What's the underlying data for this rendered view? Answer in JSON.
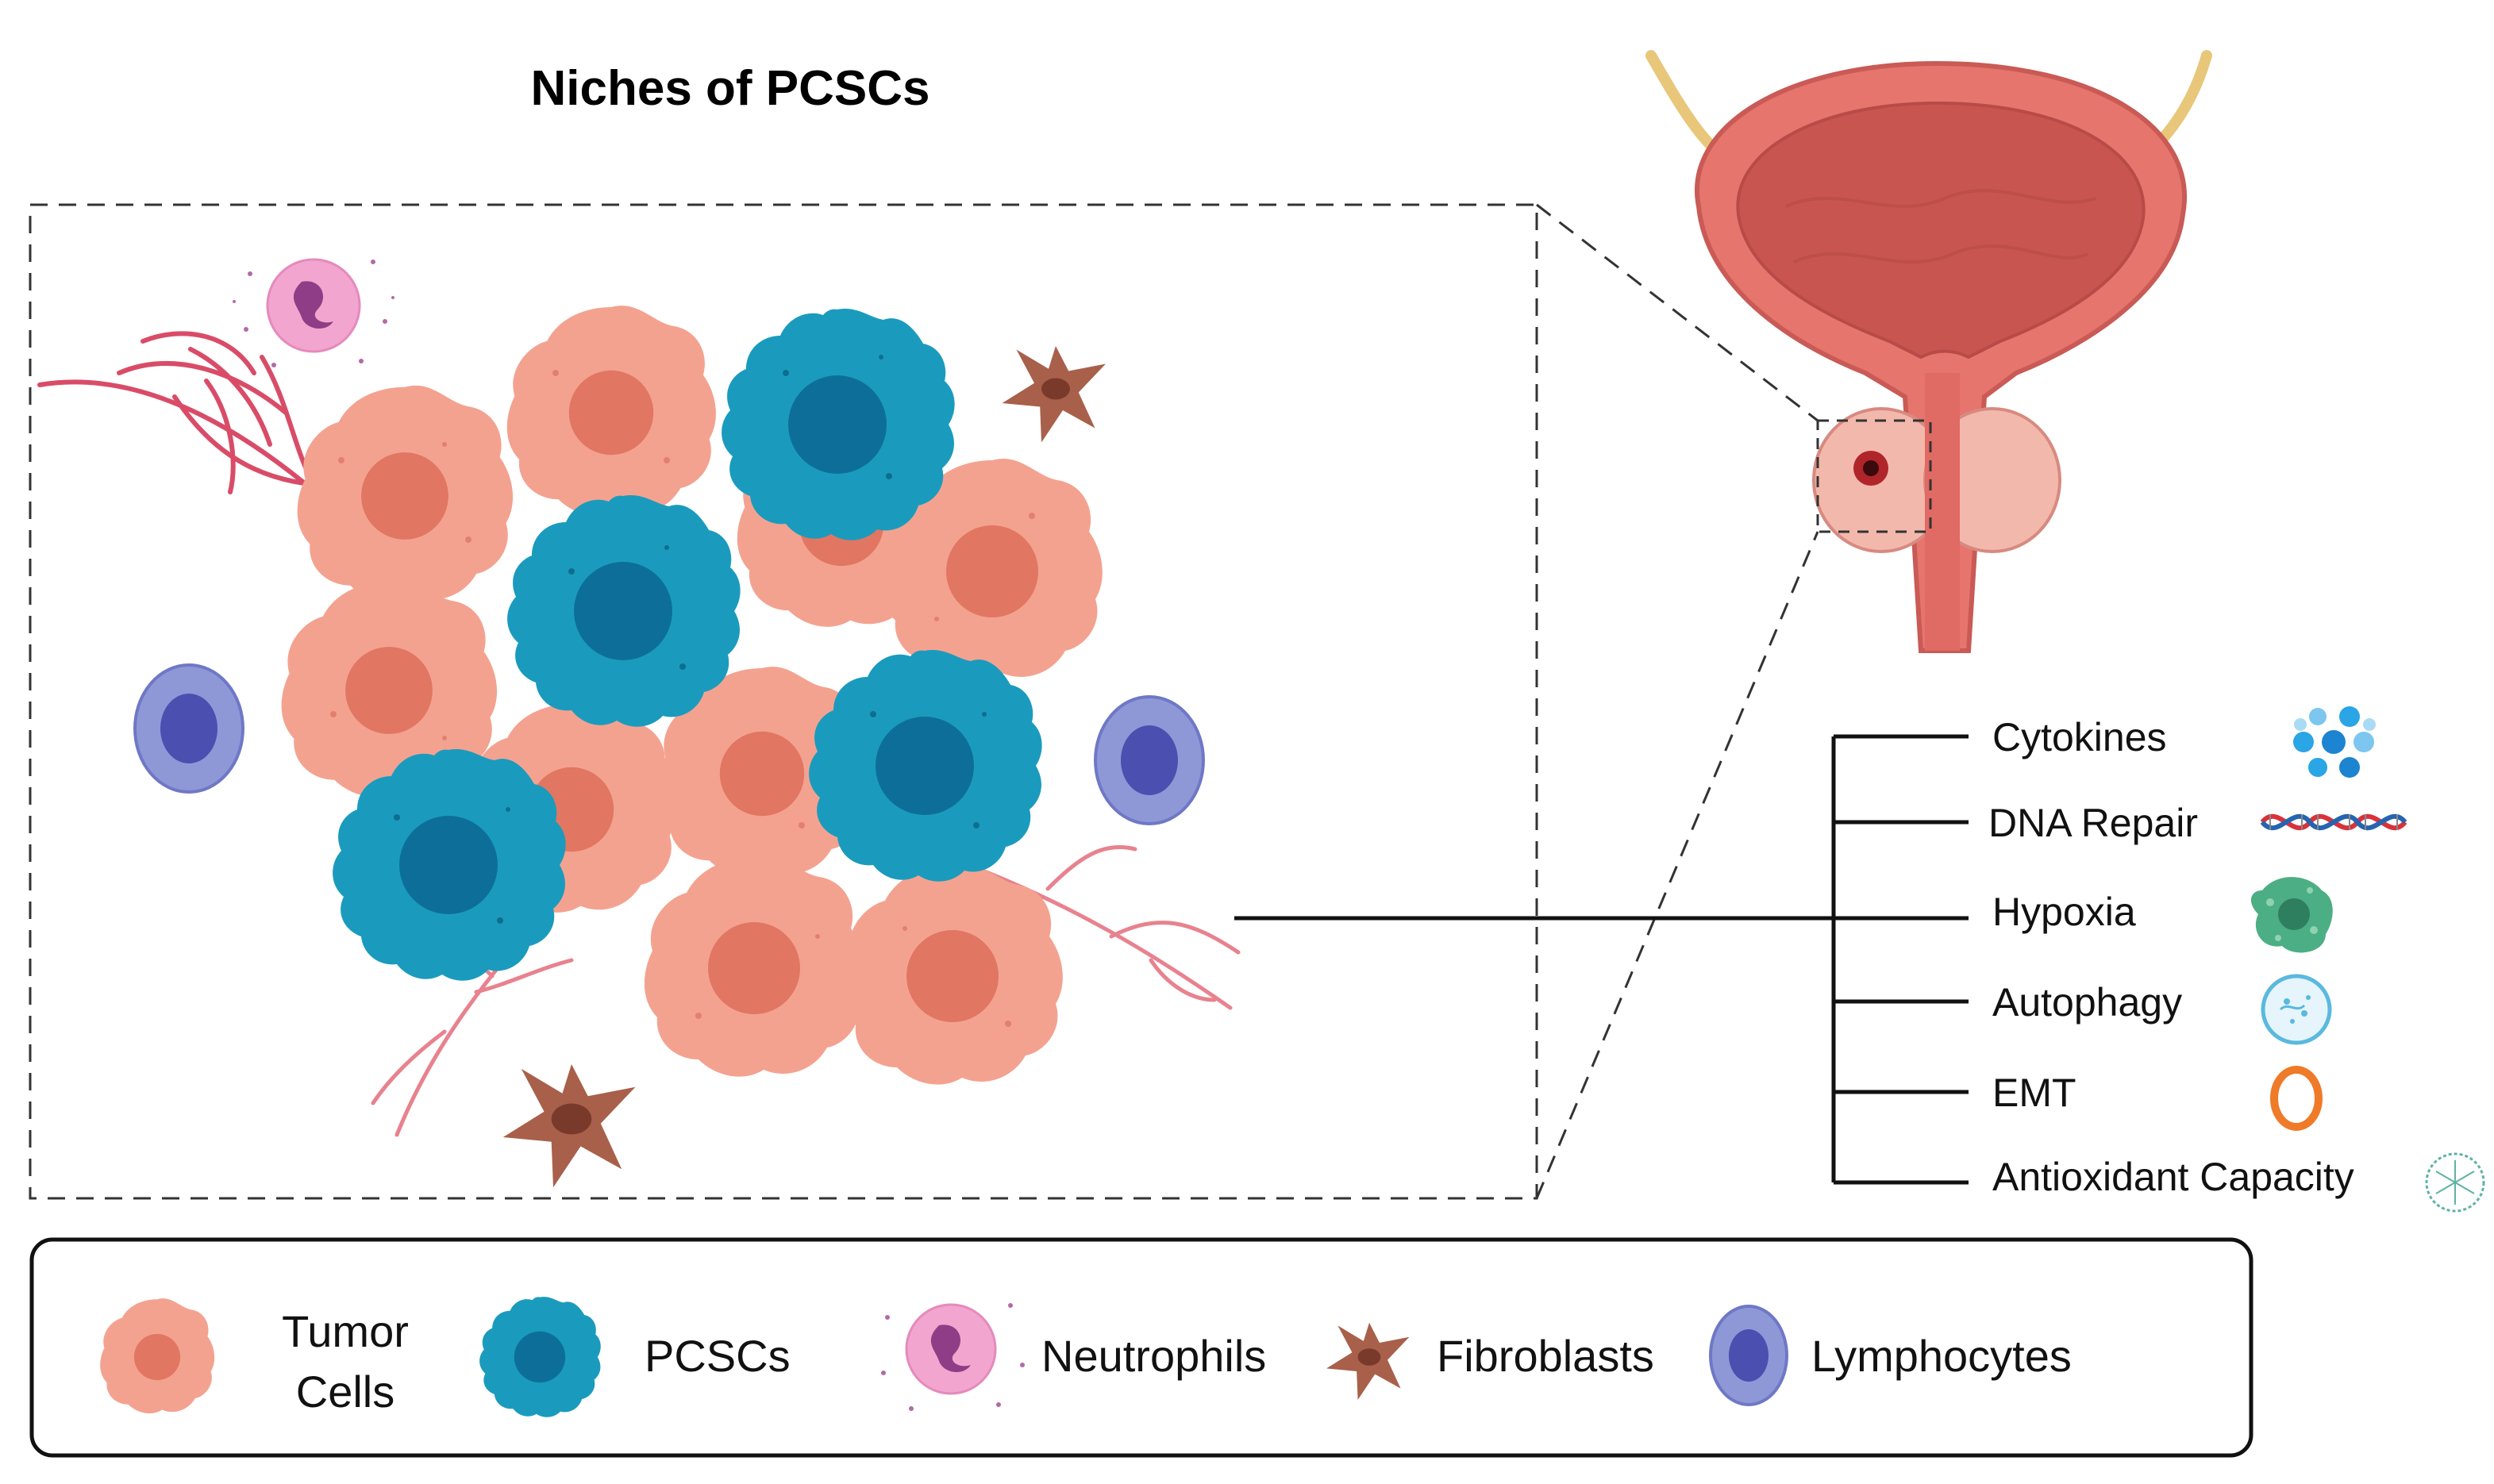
{
  "title": "Niches of PCSCs",
  "factors": [
    {
      "label": "Cytokines",
      "icon": "cytokines-icon"
    },
    {
      "label": "DNA Repair",
      "icon": "dna-icon"
    },
    {
      "label": "Hypoxia",
      "icon": "hypoxia-icon"
    },
    {
      "label": "Autophagy",
      "icon": "autophagy-icon"
    },
    {
      "label": "EMT",
      "icon": "emt-ring-icon"
    },
    {
      "label": "Antioxidant Capacity",
      "icon": "antioxidant-icon"
    }
  ],
  "legend": {
    "tumor_line1": "Tumor",
    "tumor_line2": "Cells",
    "pcscs": "PCSCs",
    "neutrophils": "Neutrophils",
    "fibroblasts": "Fibroblasts",
    "lymphocytes": "Lymphocytes"
  },
  "colors": {
    "tumor_cell": "#f4a290",
    "tumor_nucleus": "#e17662",
    "pcsc": "#1a9bbd",
    "pcsc_nucleus": "#0d6f99",
    "neutrophil": "#f2a6cf",
    "fibroblast": "#a8604b",
    "lymphocyte": "#8f98d6",
    "lymphocyte_nucleus": "#4a4fb0",
    "vessel": "#d94c68",
    "organ": "#e6756e"
  }
}
